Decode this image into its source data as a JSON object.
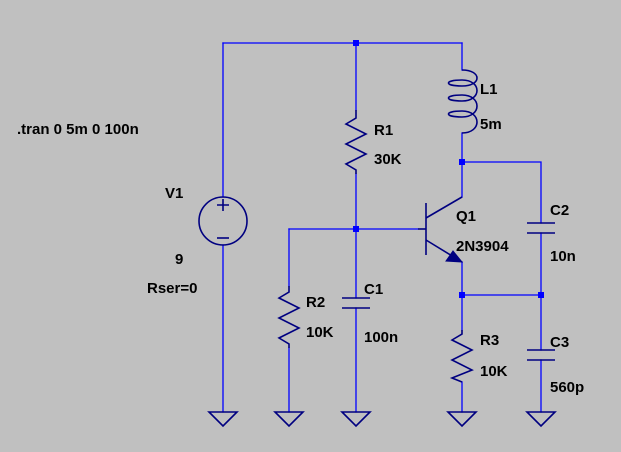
{
  "directive": ".tran 0 5m 0 100n",
  "components": {
    "V1": {
      "name": "V1",
      "value": "9",
      "param": "Rser=0"
    },
    "R1": {
      "name": "R1",
      "value": "30K"
    },
    "R2": {
      "name": "R2",
      "value": "10K"
    },
    "R3": {
      "name": "R3",
      "value": "10K"
    },
    "C1": {
      "name": "C1",
      "value": "100n"
    },
    "C2": {
      "name": "C2",
      "value": "10n"
    },
    "C3": {
      "name": "C3",
      "value": "560p"
    },
    "L1": {
      "name": "L1",
      "value": "5m"
    },
    "Q1": {
      "name": "Q1",
      "value": "2N3904"
    }
  },
  "colors": {
    "background": "#c0c0c0",
    "wire": "#0000ff",
    "symbol": "#000080",
    "text": "#000000"
  }
}
